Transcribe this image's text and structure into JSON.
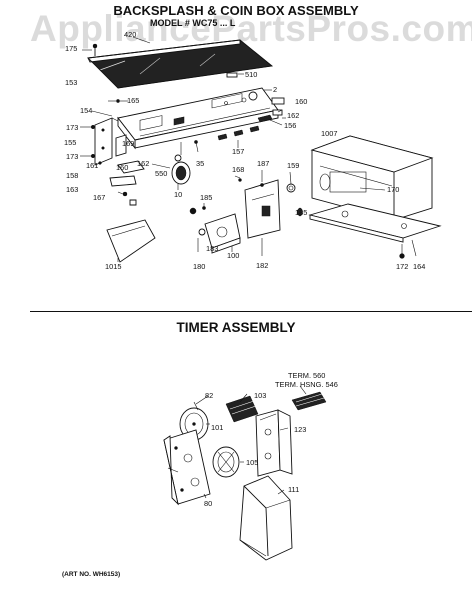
{
  "watermark": "AppliancePartsPros.com",
  "sections": {
    "backsplash": {
      "title": "BACKSPLASH & COIN BOX ASSEMBLY",
      "subtitle": "MODEL # WC75 ... L",
      "parts": {
        "p175": "175",
        "p420": "420",
        "p153": "153",
        "p510": "510",
        "p2": "2",
        "p154": "154",
        "p165a": "165",
        "p160a": "160",
        "p162a": "162",
        "p173a": "173",
        "p155": "155",
        "p169": "169",
        "p156": "156",
        "p157": "157",
        "p173b": "173",
        "p160b": "160",
        "p35": "35",
        "p161": "161",
        "p162b": "162",
        "p550": "550",
        "p158": "158",
        "p163": "163",
        "p10": "10",
        "p167": "167",
        "p168": "168",
        "p187": "187",
        "p159": "159",
        "p1007": "1007",
        "p170": "170",
        "p185a": "185",
        "p185b": "185",
        "p183": "183",
        "p100": "100",
        "p180": "180",
        "p182": "182",
        "p1015": "1015",
        "p172": "172",
        "p164": "164"
      }
    },
    "timer": {
      "title": "TIMER ASSEMBLY",
      "parts": {
        "term560": "TERM. 560",
        "termhsng546": "TERM. HSNG. 546",
        "p82": "82",
        "p103": "103",
        "p101": "101",
        "p123": "123",
        "p105": "105",
        "p111": "111",
        "p80": "80"
      }
    }
  },
  "art_number": "(ART NO. WH6153)"
}
